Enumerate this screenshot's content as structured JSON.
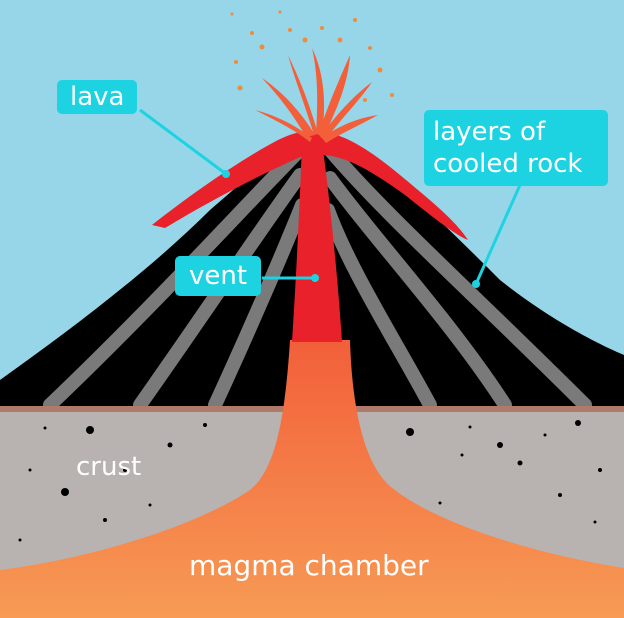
{
  "labels": {
    "lava": "lava",
    "vent": "vent",
    "layers": [
      "layers of",
      "cooled rock"
    ],
    "crust": "crust",
    "magma_chamber": "magma chamber"
  },
  "colors": {
    "sky": "#97d6e8",
    "volcano_rock": "#000000",
    "cooled_layers": "#7a7a7a",
    "lava": "#e8212b",
    "magma": "#f47a4a",
    "crust": "#b8b3b1",
    "ground_line": "#b07a6a",
    "callout": "#1dd3e2",
    "text": "#ffffff"
  }
}
